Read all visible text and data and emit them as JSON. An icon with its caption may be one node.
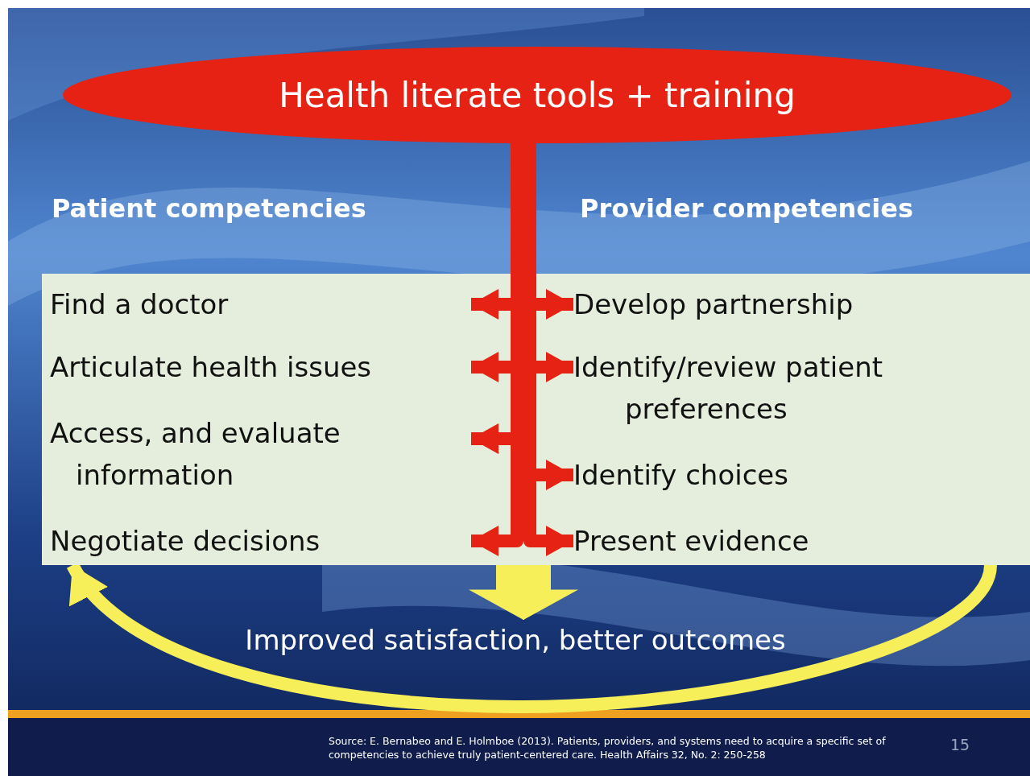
{
  "diagram": {
    "nodes": [
      {
        "text": [
          "Health literate tools + training"
        ]
      },
      {
        "text": [],
        "shape": "box"
      },
      {
        "text": [
          "Find a doctor"
        ],
        "in": 1
      },
      {
        "text": [
          "Articulate health issues"
        ],
        "in": 1
      },
      {
        "text": [
          "Access, and evaluate information"
        ],
        "in": 1
      },
      {
        "text": [
          "Negotiate decisions"
        ],
        "in": 1
      },
      {
        "text": [
          "Develop partnership"
        ],
        "in": 1
      },
      {
        "text": [
          "Identify/review patient preferences"
        ],
        "in": 1
      },
      {
        "text": [
          "Identify choices"
        ],
        "in": 1
      },
      {
        "text": [
          "Present evidence"
        ],
        "in": 1
      },
      {
        "text": [
          "Improved satisfaction, better outcomes"
        ]
      }
    ],
    "edges": [
      {
        "from": 0,
        "to": 2,
        "arrow": "to"
      },
      {
        "from": 0,
        "to": 3,
        "arrow": "to"
      },
      {
        "from": 0,
        "to": 4,
        "arrow": "to"
      },
      {
        "from": 0,
        "to": 5,
        "arrow": "to"
      },
      {
        "from": 0,
        "to": 6,
        "arrow": "to"
      },
      {
        "from": 0,
        "to": 7,
        "arrow": "to"
      },
      {
        "from": 0,
        "to": 8,
        "arrow": "to"
      },
      {
        "from": 0,
        "to": 9,
        "arrow": "to"
      },
      {
        "from": 1,
        "to": 10,
        "arrow": "to",
        "color": "#f6ef5a"
      },
      {
        "from": 9,
        "to": 5,
        "arrow": "to",
        "color": "#f6ef5a"
      }
    ],
    "labels": [
      "Patient competencies",
      "Provider competencies",
      "Source: E. Bernabeo and E. Holmboe (2013). Patients, providers, and systems need to acquire a specific set of competencies to achieve truly patient-centered care. Health Affairs 32, No. 2: 250-258",
      "15"
    ]
  }
}
